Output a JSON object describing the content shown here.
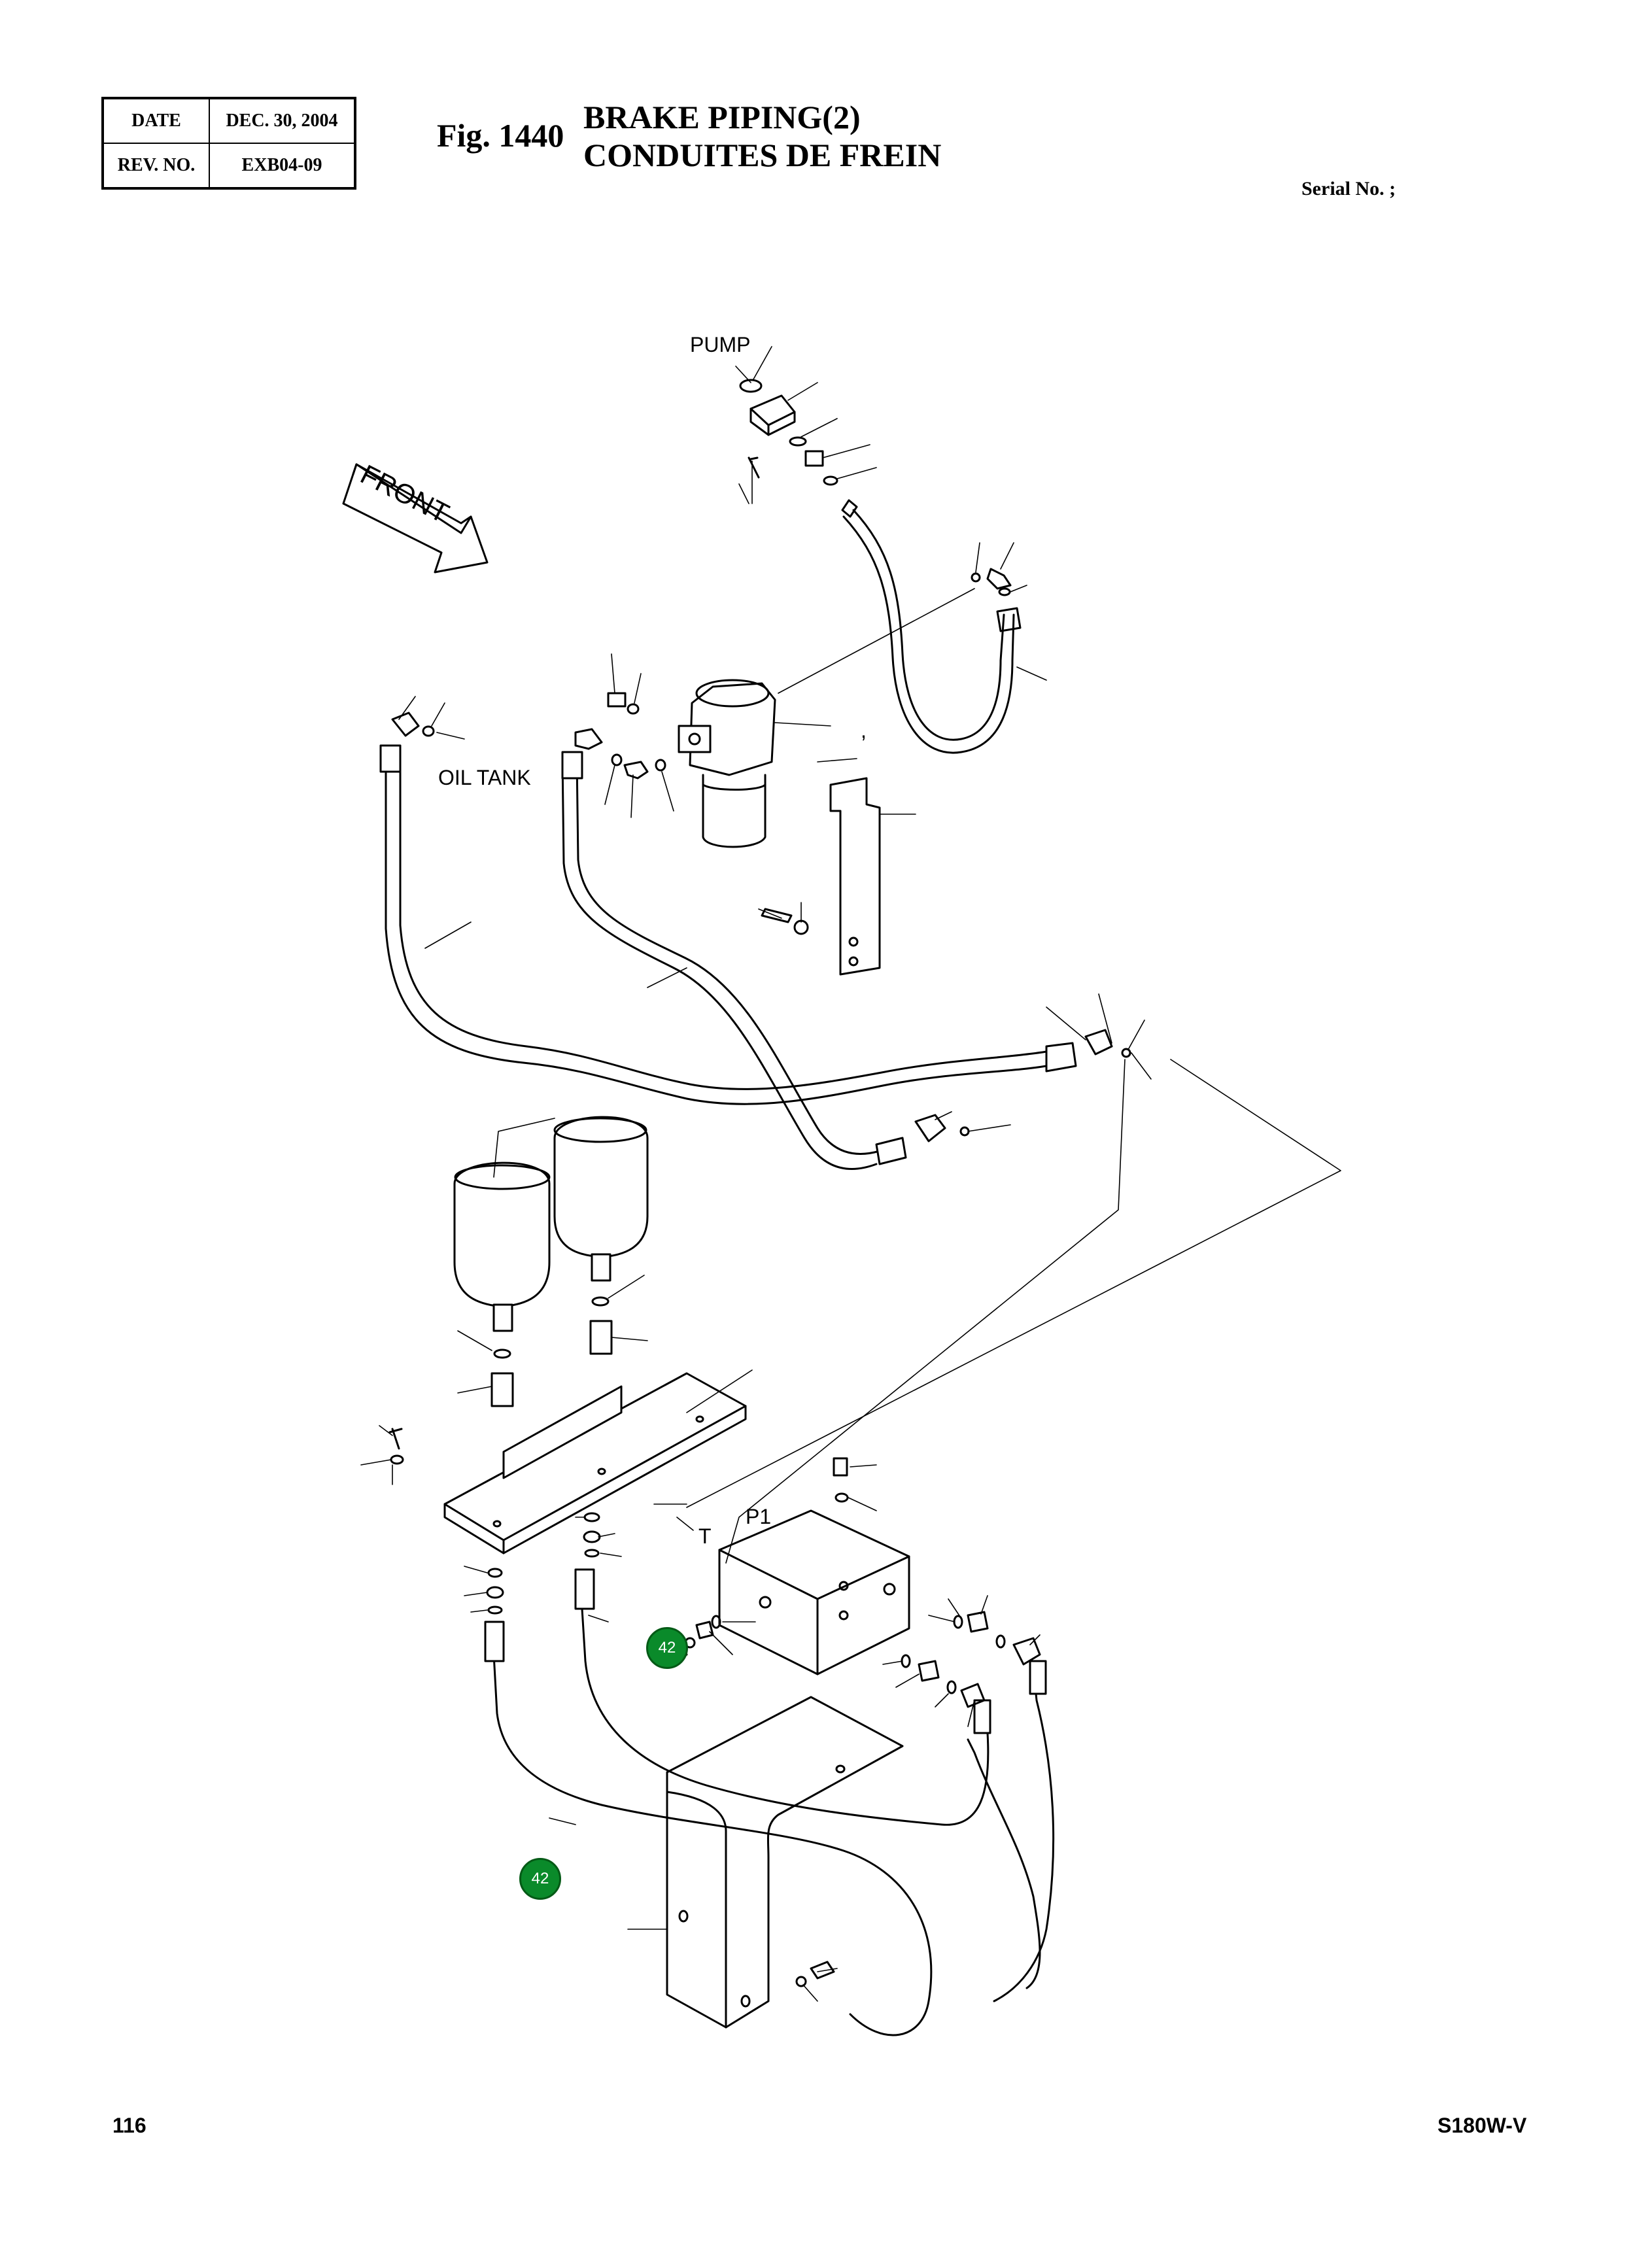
{
  "header": {
    "date_label": "DATE",
    "date_value": "DEC. 30, 2004",
    "rev_label": "REV. NO.",
    "rev_value": "EXB04-09",
    "fig_label": "Fig. 1440",
    "title_en": "BRAKE PIPING(2)",
    "title_fr": "CONDUITES DE FREIN",
    "serial": "Serial No. ;"
  },
  "diagram": {
    "labels": {
      "pump": "PUMP",
      "front": "FRONT",
      "oil_tank": "OIL TANK",
      "port_t": "T",
      "port_p1": "P1",
      "comma_mark": ","
    },
    "callouts": [
      "42",
      "42"
    ],
    "callout_color": "#0a8a2a"
  },
  "footer": {
    "page_number": "116",
    "model": "S180W-V"
  }
}
